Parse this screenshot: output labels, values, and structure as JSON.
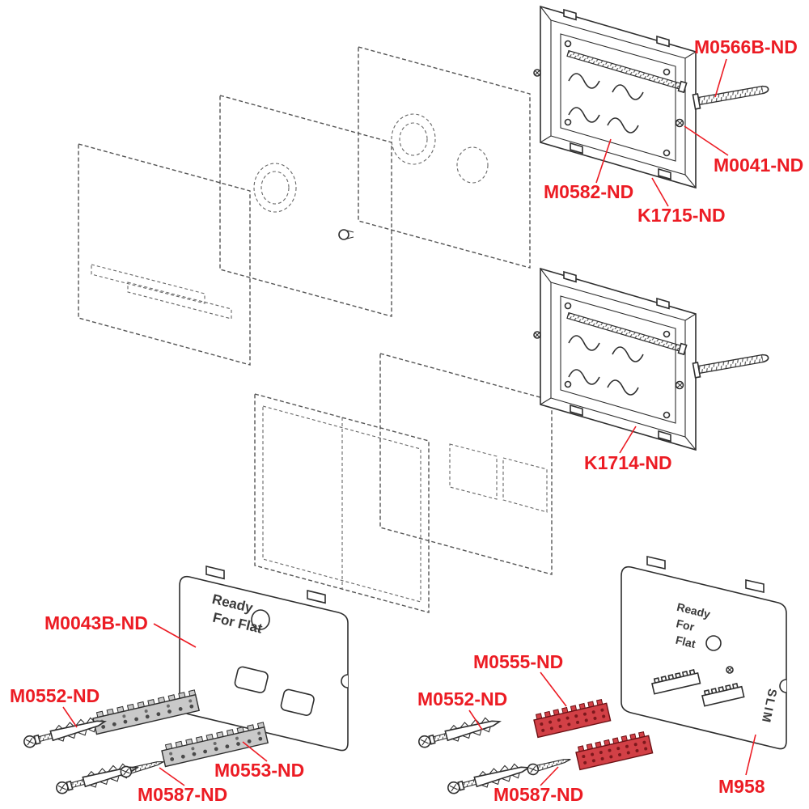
{
  "colors": {
    "label_red": "#ec1c24",
    "line_dark": "#2e2e2e",
    "part_red_fill": "#d24046",
    "part_gray_fill": "#c9c9c9"
  },
  "labels": {
    "m0566b": "M0566B-ND",
    "m0041": "M0041-ND",
    "m0582": "M0582-ND",
    "k1715": "K1715-ND",
    "k1714": "K1714-ND",
    "m0043b": "M0043B-ND",
    "m0552_left": "M0552-ND",
    "m0553": "M0553-ND",
    "m0587_left": "M0587-ND",
    "m0555": "M0555-ND",
    "m0552_right": "M0552-ND",
    "m0587_right": "M0587-ND",
    "m958": "M958"
  },
  "plate_left": {
    "line1": "Ready",
    "line2": "For Flat"
  },
  "plate_right": {
    "line1": "Ready",
    "line2": "For",
    "line3": "Flat",
    "slim": "SLIM"
  }
}
